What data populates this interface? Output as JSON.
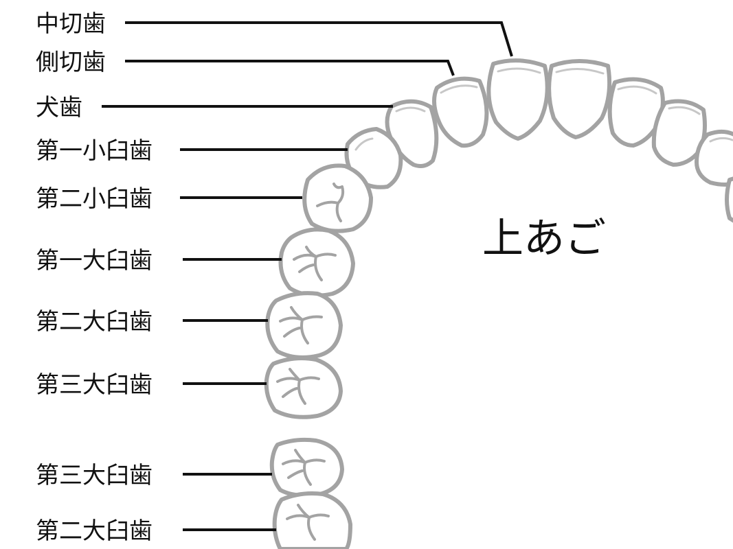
{
  "jaw_label": "上あご",
  "labels": {
    "central_incisor": "中切歯",
    "lateral_incisor": "側切歯",
    "canine": "犬歯",
    "first_premolar": "第一小臼歯",
    "second_premolar": "第二小臼歯",
    "first_molar": "第一大臼歯",
    "second_molar": "第二大臼歯",
    "third_molar": "第三大臼歯",
    "lower_third_molar": "第三大臼歯",
    "lower_second_molar": "第二大臼歯"
  },
  "colors": {
    "tooth_outline": "#a3a3a3",
    "label_text": "#111111",
    "leader_line": "#111111"
  }
}
